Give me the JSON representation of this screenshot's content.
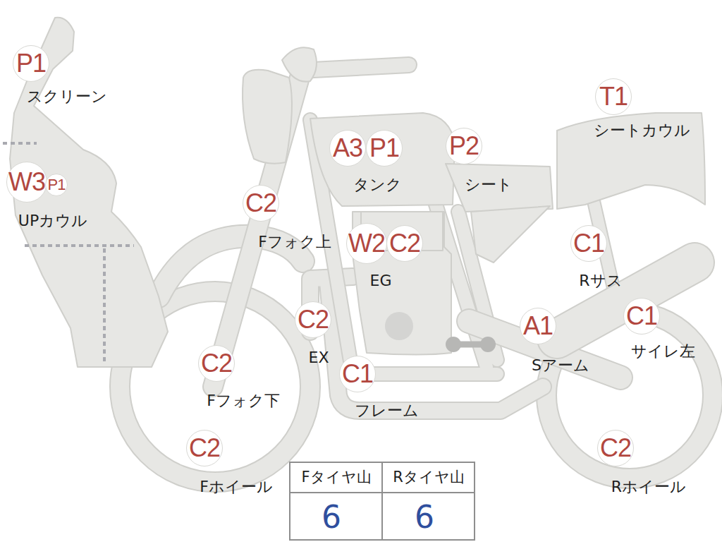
{
  "diagram": {
    "nodes": [
      {
        "text": [
          "P1"
        ]
      },
      {
        "text": [
          "T1"
        ]
      },
      {
        "text": [
          "A3"
        ]
      },
      {
        "text": [
          "P1"
        ]
      },
      {
        "text": [
          "P2"
        ]
      },
      {
        "text": [
          "W3"
        ]
      },
      {
        "text": [
          "P1"
        ]
      },
      {
        "text": [
          "C2"
        ]
      },
      {
        "text": [
          "W2"
        ]
      },
      {
        "text": [
          "C2"
        ]
      },
      {
        "text": [
          "C1"
        ]
      },
      {
        "text": [
          "C2"
        ]
      },
      {
        "text": [
          "C1"
        ]
      },
      {
        "text": [
          "A1"
        ]
      },
      {
        "text": [
          "C2"
        ]
      },
      {
        "text": [
          "C1"
        ]
      },
      {
        "text": [
          "C2"
        ]
      },
      {
        "text": [
          "C2"
        ]
      }
    ],
    "labels": [
      "スクリーン",
      "シートカウル",
      "タンク",
      "シート",
      "UPカウル",
      "Fフォク上",
      "EG",
      "Rサス",
      "EX",
      "サイレ左",
      "Sアーム",
      "Fフォク下",
      "フレーム",
      "Fホイール",
      "Rホイール",
      "Fタイヤ山",
      "Rタイヤ山",
      "6",
      "6"
    ]
  }
}
